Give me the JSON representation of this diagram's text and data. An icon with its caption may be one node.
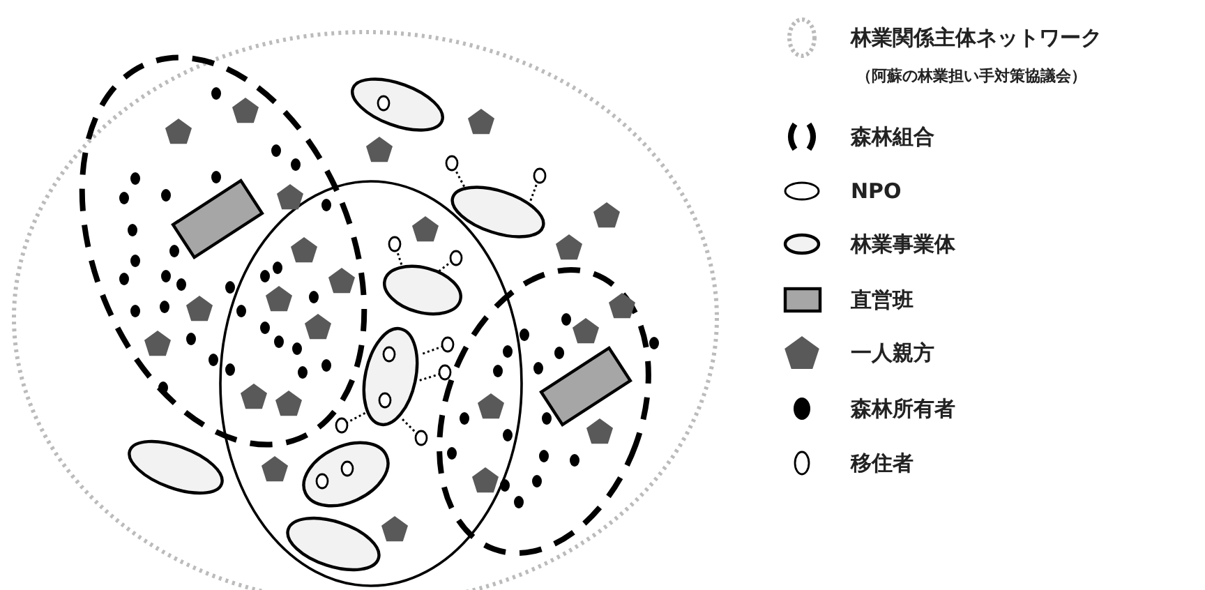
{
  "diagram": {
    "legend": [
      {
        "text": "林業関係主体ネットワーク"
      },
      {
        "text": "森林組合"
      },
      {
        "text": "NPO"
      },
      {
        "text": "林業事業体"
      },
      {
        "text": "直営班"
      },
      {
        "text": "一人親方"
      },
      {
        "text": "森林所有者"
      },
      {
        "text": "移住者"
      }
    ],
    "labels": [
      "（阿蘇の林業担い手対策協議会）"
    ]
  }
}
